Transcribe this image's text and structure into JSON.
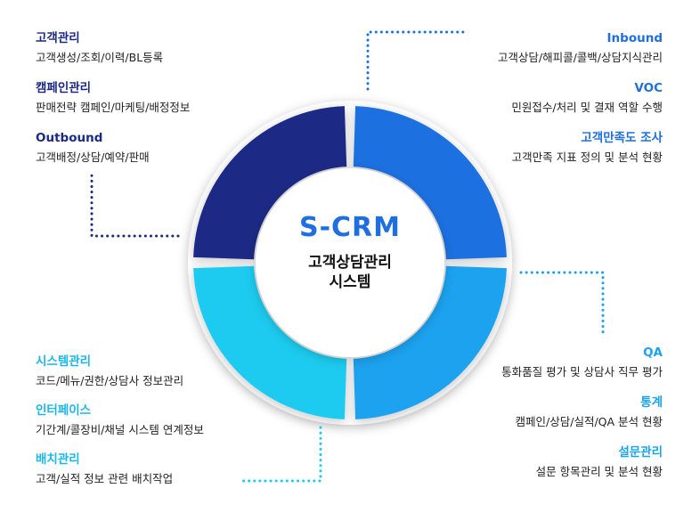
{
  "center": {
    "title": "S-CRM",
    "subtitle_line1": "고객상담관리",
    "subtitle_line2": "시스템"
  },
  "colors": {
    "navy": "#1c2a86",
    "blue": "#1f6fe0",
    "sky": "#1aa2ef",
    "cyan": "#1ccbef"
  },
  "groups": {
    "top_left": [
      {
        "title": "고객관리",
        "desc": "고객생성/조회/이력/BL등록"
      },
      {
        "title": "캠페인관리",
        "desc": "판매전략 캠페인/마케팅/배정정보"
      },
      {
        "title": "Outbound",
        "desc": "고객배정/상담/예약/판매"
      }
    ],
    "top_right": [
      {
        "title": "Inbound",
        "desc": "고객상담/해피콜/콜백/상담지식관리"
      },
      {
        "title": "VOC",
        "desc": "민원접수/처리 및 결재 역할 수행"
      },
      {
        "title": "고객만족도 조사",
        "desc": "고객만족 지표 정의 및 분석 현황"
      }
    ],
    "bottom_left": [
      {
        "title": "시스템관리",
        "desc": "코드/메뉴/권한/상담사 정보관리"
      },
      {
        "title": "인터페이스",
        "desc": "기간계/콜장비/채널 시스템 연계정보"
      },
      {
        "title": "배치관리",
        "desc": "고객/실적 정보 관련 배치작업"
      }
    ],
    "bottom_right": [
      {
        "title": "QA",
        "desc": "통화품질 평가 및 상담사 직무 평가"
      },
      {
        "title": "통계",
        "desc": "캠페인/상담/실적/QA 분석 현황"
      },
      {
        "title": "설문관리",
        "desc": "설문 항목관리 및 분석 현황"
      }
    ]
  }
}
